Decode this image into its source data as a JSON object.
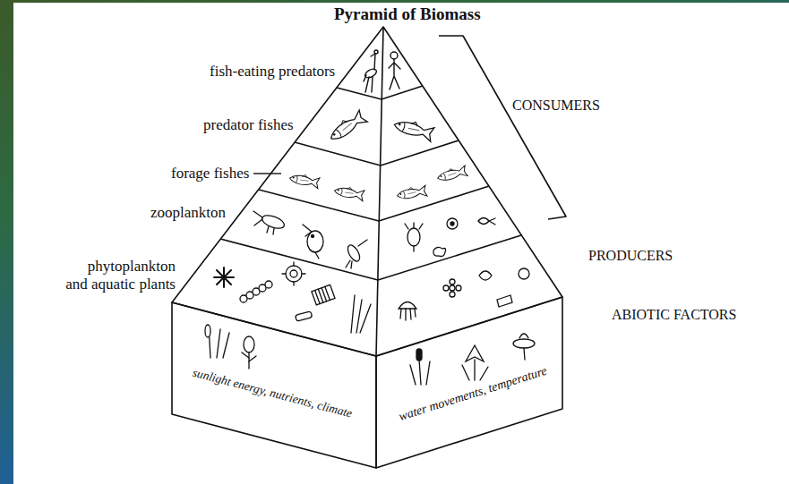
{
  "diagram": {
    "title": "Pyramid of Biomass",
    "nodes": [
      {
        "text": [
          "sunlight energy, nutrients, climate"
        ]
      },
      {
        "text": [
          "water movements, temperature"
        ]
      }
    ],
    "labels": [
      "fish-eating predators",
      "predator fishes",
      "forage fishes",
      "zooplankton",
      "phytoplankton and aquatic plants",
      "CONSUMERS",
      "PRODUCERS",
      "ABIOTIC FACTORS"
    ]
  }
}
